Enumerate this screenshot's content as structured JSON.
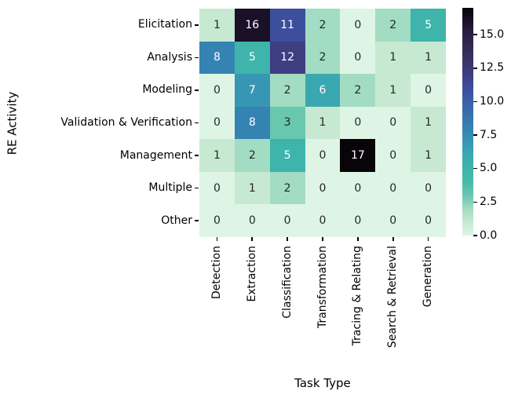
{
  "chart_data": {
    "type": "heatmap",
    "title": "",
    "xlabel": "Task Type",
    "ylabel": "RE Activity",
    "rows": [
      "Elicitation",
      "Analysis",
      "Modeling",
      "Validation & Verification",
      "Management",
      "Multiple",
      "Other"
    ],
    "columns": [
      "Detection",
      "Extraction",
      "Classification",
      "Transformation",
      "Tracing & Relating",
      "Search & Retrieval",
      "Generation"
    ],
    "values": [
      [
        1,
        16,
        11,
        2,
        0,
        2,
        5
      ],
      [
        8,
        5,
        12,
        2,
        0,
        1,
        1
      ],
      [
        0,
        7,
        2,
        6,
        2,
        1,
        0
      ],
      [
        0,
        8,
        3,
        1,
        0,
        0,
        1
      ],
      [
        1,
        2,
        5,
        0,
        17,
        0,
        1
      ],
      [
        0,
        1,
        2,
        0,
        0,
        0,
        0
      ],
      [
        0,
        0,
        0,
        0,
        0,
        0,
        0
      ]
    ],
    "vmin": 0,
    "vmax": 17,
    "annotated": true,
    "colormap": "mako_r",
    "colormap_stops": [
      {
        "value": 0,
        "color": "#DEF5E5"
      },
      {
        "value": 1,
        "color": "#C7E9D1"
      },
      {
        "value": 2,
        "color": "#A2DCC3"
      },
      {
        "value": 3,
        "color": "#69C6AF"
      },
      {
        "value": 4,
        "color": "#48BAA9"
      },
      {
        "value": 5,
        "color": "#3EB4AB"
      },
      {
        "value": 6,
        "color": "#3AA8B0"
      },
      {
        "value": 7,
        "color": "#3796B4"
      },
      {
        "value": 8,
        "color": "#3583B2"
      },
      {
        "value": 9,
        "color": "#3A70AE"
      },
      {
        "value": 10,
        "color": "#3C5FA7"
      },
      {
        "value": 11,
        "color": "#3D4E9C"
      },
      {
        "value": 12,
        "color": "#3F3E82"
      },
      {
        "value": 13,
        "color": "#3B3468"
      },
      {
        "value": 14,
        "color": "#342A55"
      },
      {
        "value": 15,
        "color": "#2A2044"
      },
      {
        "value": 16,
        "color": "#1A1128"
      },
      {
        "value": 17,
        "color": "#080408"
      }
    ],
    "annotation_text_colors": {
      "light": "#ffffff",
      "dark": "#262626"
    },
    "colorbar": {
      "position": "right",
      "tick_values": [
        0,
        2.5,
        5,
        7.5,
        10,
        12.5,
        15
      ],
      "tick_labels": [
        "0.0",
        "2.5",
        "5.0",
        "7.5",
        "10.0",
        "12.5",
        "15.0"
      ]
    },
    "legend": "none",
    "grid": "off"
  }
}
